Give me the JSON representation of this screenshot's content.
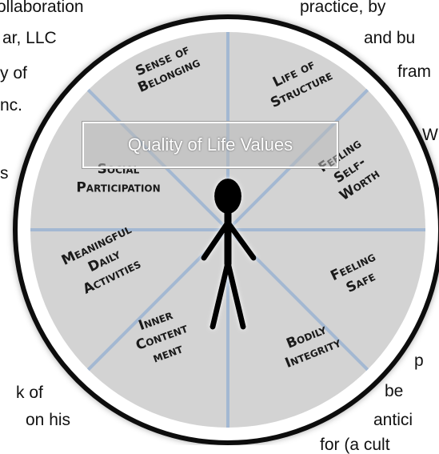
{
  "background_text": [
    "ollaboration",
    "ar, LLC",
    "y of",
    "nc.",
    "s",
    "practice, by",
    "and bu",
    "fram",
    "W",
    "k of",
    "on his",
    "p",
    "be",
    "antici",
    "for (a cult"
  ],
  "banner": {
    "title": "Quality of Life Values"
  },
  "segments": [
    {
      "lines": [
        "Sense of",
        "Belonging"
      ]
    },
    {
      "lines": [
        "Life of",
        "Structure"
      ]
    },
    {
      "lines": [
        "Feeling",
        "Self-",
        "Worth"
      ]
    },
    {
      "lines": [
        "Feeling",
        "Safe"
      ]
    },
    {
      "lines": [
        "Bodily",
        "Integrity"
      ]
    },
    {
      "lines": [
        "Inner",
        "Content",
        "ment"
      ]
    },
    {
      "lines": [
        "Meaningful",
        "Daily",
        "Activities"
      ]
    },
    {
      "lines": [
        "Social",
        "Participation"
      ]
    }
  ],
  "colors": {
    "wheel_fill": "#d3d3d3",
    "wheel_border": "#101010",
    "spoke": "#a3b8d2",
    "figure": "#000000"
  }
}
